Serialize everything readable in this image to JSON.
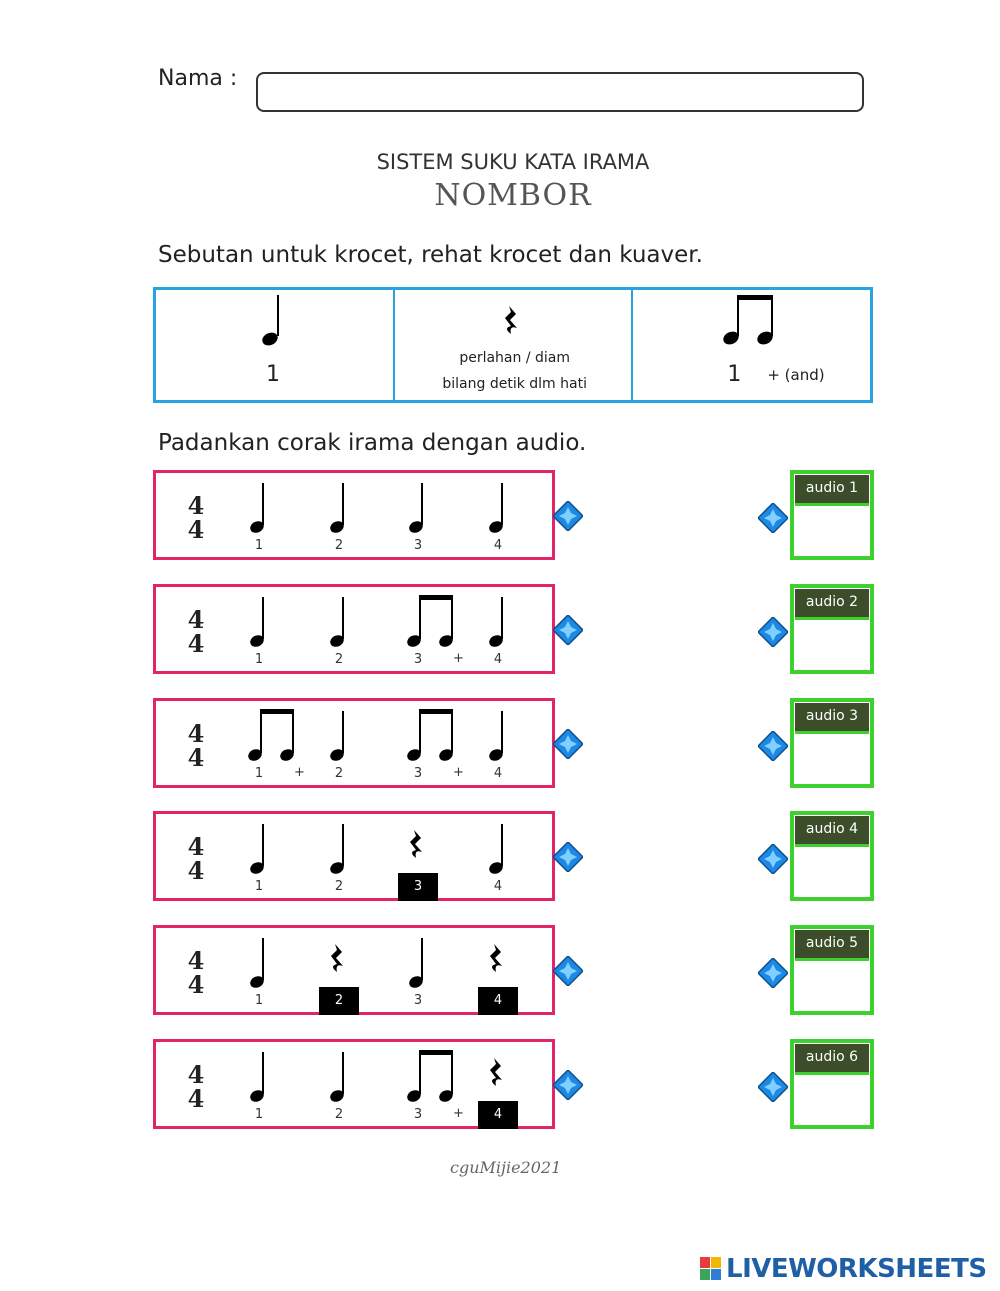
{
  "header": {
    "name_label": "Nama :",
    "name_value": "",
    "title_line1": "SISTEM SUKU KATA IRAMA",
    "title_line2": "NOMBOR"
  },
  "legend": {
    "instruction": "Sebutan untuk krocet, rehat krocet dan kuaver.",
    "crotchet_count": "1",
    "rest_text_1": "perlahan / diam",
    "rest_text_2": "bilang detik dlm hati",
    "quaver_count": "1",
    "quaver_and": "+ (and)"
  },
  "match": {
    "instruction": "Padankan corak irama dengan audio.",
    "time_signature": "4/4",
    "time_top": "4",
    "time_bottom": "4",
    "rows": [
      {
        "counts": [
          "1",
          "2",
          "3",
          "4"
        ],
        "plus": []
      },
      {
        "counts": [
          "1",
          "2",
          "3",
          "4"
        ],
        "plus": [
          "+"
        ]
      },
      {
        "counts": [
          "1",
          "2",
          "3",
          "4"
        ],
        "plus": [
          "+",
          "+"
        ]
      },
      {
        "counts": [
          "1",
          "2",
          "3",
          "4"
        ],
        "plus": []
      },
      {
        "counts": [
          "1",
          "2",
          "3",
          "4"
        ],
        "plus": []
      },
      {
        "counts": [
          "1",
          "2",
          "3",
          "4"
        ],
        "plus": [
          "+"
        ]
      }
    ],
    "audio_labels": [
      "audio 1",
      "audio 2",
      "audio 3",
      "audio 4",
      "audio 5",
      "audio 6"
    ]
  },
  "footer": {
    "signature": "cguMijie2021",
    "brand": "LIVEWORKSHEETS",
    "brand_colors": [
      "#e83b3b",
      "#f2b705",
      "#3ba55c",
      "#2d7fd3"
    ]
  },
  "colors": {
    "legend_border": "#29a3df",
    "row_border": "#e2256a",
    "audio_border": "#3ed02f",
    "audio_label_bg": "#3c4d2a",
    "handle_fill": "#1e88e5",
    "count_box": "#000000"
  }
}
